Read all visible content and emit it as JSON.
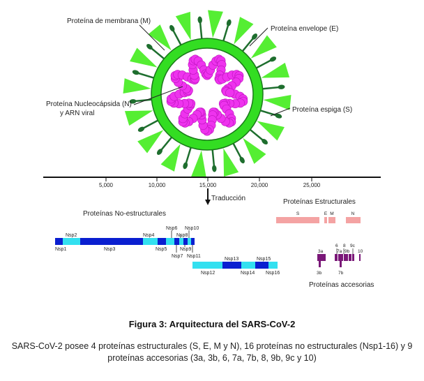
{
  "virion": {
    "labels": {
      "membrane": "Proteína de membrana (M)",
      "envelope": "Proteína envelope (E)",
      "nucleocapsid_line1": "Proteína Nucleocápsida (N)",
      "nucleocapsid_line2": "y ARN viral",
      "spike": "Proteína espiga (S)"
    },
    "colors": {
      "envelope": "#33dd22",
      "spike": "#55ee33",
      "m_protein": "#1e6e2e",
      "ring_border": "#1a7a1a",
      "rna_beads": "#ee33ee",
      "rna_bead_edge": "#bb11bb"
    }
  },
  "genome": {
    "ruler_ticks": [
      "5,000",
      "10,000",
      "15,000",
      "20,000",
      "25,000"
    ],
    "arrow_label": "Traducción",
    "nonstructural_title": "Proteínas No-estructurales",
    "structural_title": "Proteínas Estructurales",
    "accessory_title": "Proteínas accesorias",
    "structural_labels": [
      "S",
      "E",
      "M",
      "N"
    ],
    "nsp_top_labels": [
      "Nsp2",
      "Nsp4",
      "Nsp6",
      "Nsp8",
      "Nsp10"
    ],
    "nsp_bottom_labels": [
      "Nsp1",
      "Nsp3",
      "Nsp5",
      "Nsp7",
      "Nsp9",
      "Nsp11"
    ],
    "nsp_row2_top": [
      "Nsp13",
      "Nsp15"
    ],
    "nsp_row2_bottom": [
      "Nsp12",
      "Nsp14",
      "Nsp16"
    ],
    "accessory_top": [
      "3a",
      "6",
      "8",
      "9c",
      "7a",
      "9b",
      "10"
    ],
    "accessory_bottom": [
      "3b",
      "7b"
    ],
    "colors": {
      "nsp_dark": "#0a1fd0",
      "nsp_light": "#33e0f0",
      "structural": "#f4a3a3",
      "accessory": "#7a1878"
    }
  },
  "figure": {
    "title": "Figura 3: Arquitectura del SARS-CoV-2",
    "caption": "SARS-CoV-2 posee 4 proteínas estructurales (S, E, M y N), 16 proteínas no estructurales (Nsp1-16) y 9 proteínas accesorias (3a, 3b, 6, 7a, 7b, 8, 9b, 9c y 10)"
  }
}
